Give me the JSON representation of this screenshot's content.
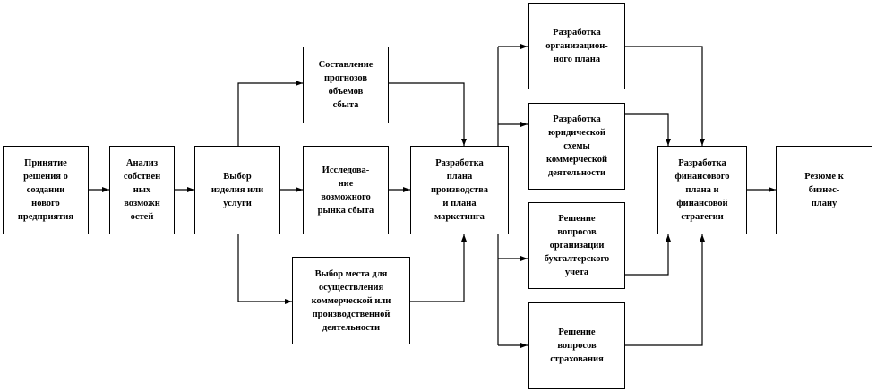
{
  "nodes": {
    "decision": "Принятие\nрешения о\nсоздании\nнового\nпредприятия",
    "analysis": "Анализ\nсобствен\nных\nвозможн\nостей",
    "choice": "Выбор\nизделия или\nуслуги",
    "forecast": "Составление\nпрогнозов\nобъемов\nсбыта",
    "research": "Исследова-\nние\nвозможного\nрынка сбыта",
    "location": "Выбор места для\nосуществления\nкоммерческой или\nпроизводственной\nдеятельности",
    "production_plan": "Разработка\nплана\nпроизводства\nи плана\nмаркетинга",
    "org_plan": "Разработка\nорганизацион-\nного плана",
    "legal": "Разработка\nюридической\nсхемы\nкоммерческой\nдеятельности",
    "accounting": "Решение\nвопросов\nорганизации\nбухгалтерского\nучета",
    "insurance": "Решение\nвопросов\nстрахования",
    "finance": "Разработка\nфинансового\nплана и\nфинансовой\nстратегии",
    "resume": "Резюме к\nбизнес-\nплану"
  }
}
